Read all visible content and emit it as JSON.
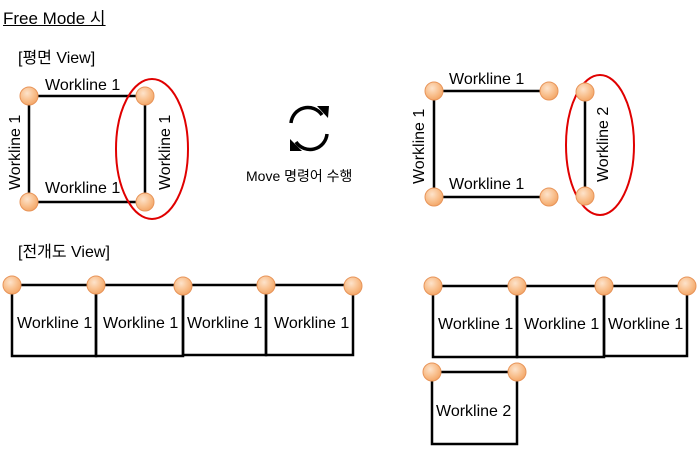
{
  "title": "Free Mode 시",
  "plan_view": {
    "label": "[평면 View]",
    "before": {
      "edges": [
        "Workline 1",
        "Workline 1",
        "Workline 1",
        "Workline 1"
      ],
      "highlighted": "Workline 1"
    },
    "after": {
      "edges": [
        "Workline 1",
        "Workline 1",
        "Workline 1",
        "Workline 2"
      ],
      "highlighted": "Workline 2"
    }
  },
  "action": {
    "icon": "refresh-cycle-icon",
    "label": "Move 명령어 수행"
  },
  "unfolded_view": {
    "label": "[전개도 View]",
    "before": [
      "Workline 1",
      "Workline 1",
      "Workline 1",
      "Workline 1"
    ],
    "after_row1": [
      "Workline 1",
      "Workline 1",
      "Workline 1"
    ],
    "after_row2": [
      "Workline 2"
    ]
  },
  "colors": {
    "node_fill": "#F9C08E",
    "node_stroke": "#E8955A",
    "line": "#000000",
    "highlight": "#E00000"
  }
}
